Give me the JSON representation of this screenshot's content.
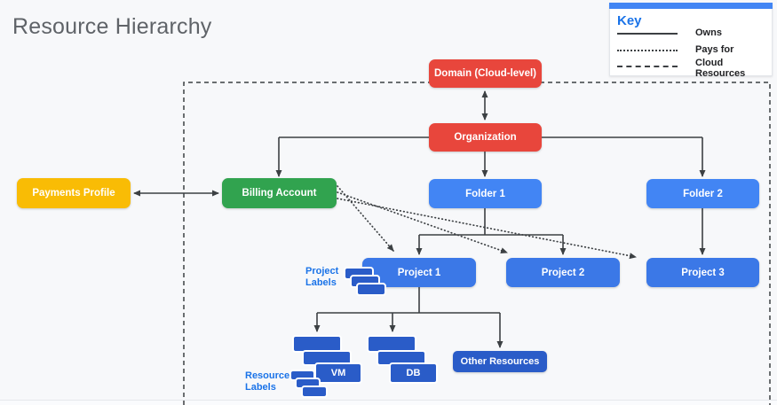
{
  "title": "Resource Hierarchy",
  "key": {
    "title": "Key",
    "items": [
      {
        "line_style": "solid",
        "label": "Owns"
      },
      {
        "line_style": "dotted",
        "label": "Pays for"
      },
      {
        "line_style": "dashed",
        "label": "Cloud Resources"
      }
    ]
  },
  "nodes": {
    "domain": {
      "label": "Domain (Cloud-level)",
      "color": "#e8463c"
    },
    "organization": {
      "label": "Organization",
      "color": "#e8463c"
    },
    "payments_profile": {
      "label": "Payments Profile",
      "color": "#f9bc05"
    },
    "billing_account": {
      "label": "Billing Account",
      "color": "#31a34f"
    },
    "folder1": {
      "label": "Folder 1",
      "color": "#4285f4"
    },
    "folder2": {
      "label": "Folder 2",
      "color": "#4285f4"
    },
    "project1": {
      "label": "Project 1",
      "color": "#3b78e7"
    },
    "project2": {
      "label": "Project 2",
      "color": "#3b78e7"
    },
    "project3": {
      "label": "Project 3",
      "color": "#3b78e7"
    },
    "vm": {
      "label": "VM",
      "color": "#2a5cc8"
    },
    "db": {
      "label": "DB",
      "color": "#2a5cc8"
    },
    "other_resources": {
      "label": "Other Resources",
      "color": "#2a5cc8"
    }
  },
  "annotations": {
    "project_labels": "Project Labels",
    "resource_labels": "Resource Labels"
  },
  "colors": {
    "background": "#f7f8fa",
    "line": "#3c4043",
    "accent_blue": "#1a73e8",
    "key_bar_blue": "#4285f4",
    "title_gray": "#5f6368"
  }
}
